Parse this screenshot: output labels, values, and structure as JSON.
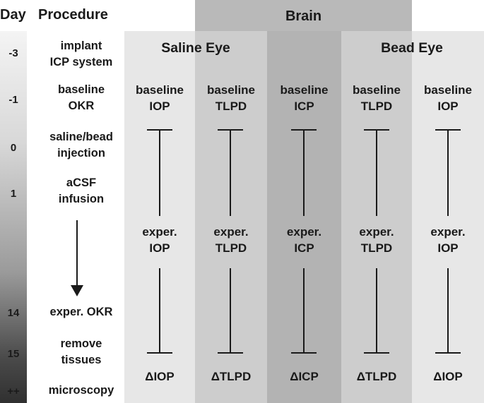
{
  "header": {
    "day_label": "Day",
    "procedure_label": "Procedure",
    "brain_label": "Brain"
  },
  "groups": {
    "saline": "Saline Eye",
    "bead": "Bead Eye"
  },
  "days": [
    "-3",
    "-1",
    "0",
    "1",
    "14",
    "15",
    "++"
  ],
  "procedures": [
    {
      "line1": "implant",
      "line2": "ICP system"
    },
    {
      "line1": "baseline",
      "line2": "OKR"
    },
    {
      "line1": "saline/bead",
      "line2": "injection"
    },
    {
      "line1": "aCSF",
      "line2": "infusion"
    },
    {
      "line1": "exper. OKR",
      "line2": ""
    },
    {
      "line1": "remove",
      "line2": "tissues"
    },
    {
      "line1": "microscopy",
      "line2": ""
    }
  ],
  "columns": [
    {
      "baseline": "baseline",
      "baseline_measure": "IOP",
      "exper": "exper.",
      "exper_measure": "IOP",
      "delta": "ΔIOP"
    },
    {
      "baseline": "baseline",
      "baseline_measure": "TLPD",
      "exper": "exper.",
      "exper_measure": "TLPD",
      "delta": "ΔTLPD"
    },
    {
      "baseline": "baseline",
      "baseline_measure": "ICP",
      "exper": "exper.",
      "exper_measure": "ICP",
      "delta": "ΔICP"
    },
    {
      "baseline": "baseline",
      "baseline_measure": "TLPD",
      "exper": "exper.",
      "exper_measure": "TLPD",
      "delta": "ΔTLPD"
    },
    {
      "baseline": "baseline",
      "baseline_measure": "IOP",
      "exper": "exper.",
      "exper_measure": "IOP",
      "delta": "ΔIOP"
    }
  ],
  "colors": {
    "saline_bg": "#e6e6e6",
    "tlpd_bg": "#c8c8c8",
    "brain_bg": "#b3b3b3",
    "bead_bg": "#dcdcdc",
    "text": "#1a1a1a",
    "gradient_top": "#f2f2f2",
    "gradient_bottom": "#3a3a3a"
  }
}
